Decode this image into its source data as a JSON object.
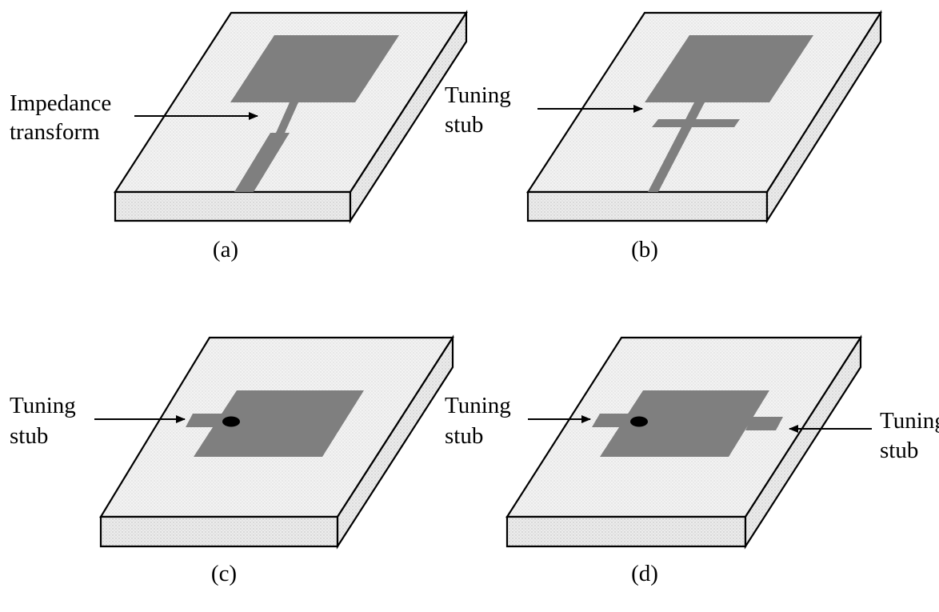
{
  "panels": [
    {
      "caption": "(a)",
      "labels": [
        {
          "lines": [
            "Impedance",
            "transform"
          ]
        }
      ]
    },
    {
      "caption": "(b)",
      "labels": [
        {
          "lines": [
            "Tuning",
            "stub"
          ]
        }
      ]
    },
    {
      "caption": "(c)",
      "labels": [
        {
          "lines": [
            "Tuning",
            "stub"
          ]
        }
      ]
    },
    {
      "caption": "(d)",
      "labels": [
        {
          "lines": [
            "Tuning",
            "stub"
          ]
        },
        {
          "lines": [
            "Tuning",
            "stub"
          ]
        }
      ]
    }
  ],
  "colors": {
    "patch": "#7f7f7f",
    "substrate": "#f2f2f2",
    "outline": "#000000",
    "feed_hole": "#000000"
  }
}
